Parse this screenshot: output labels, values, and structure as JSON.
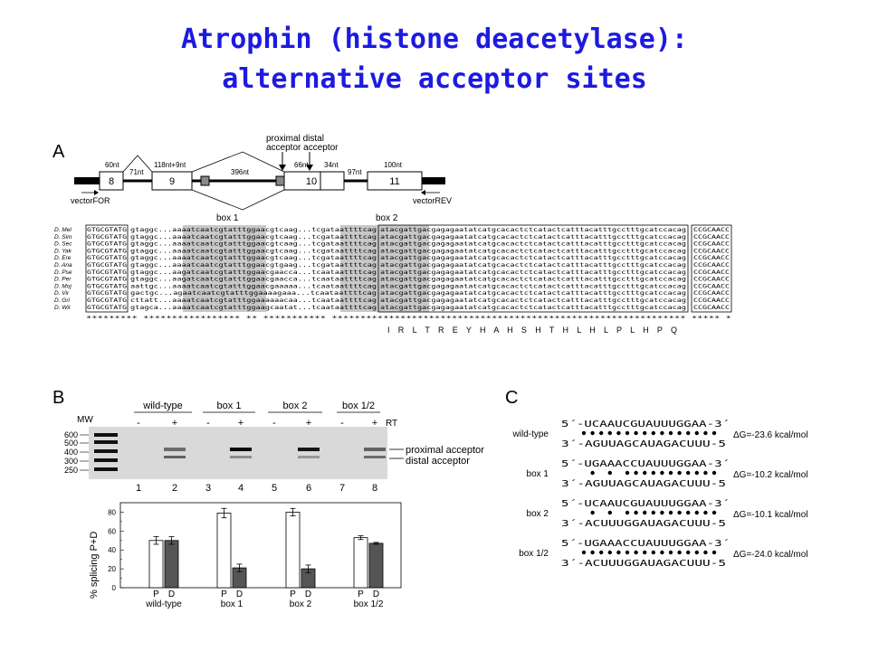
{
  "title": {
    "line1": "Atrophin (histone deacetylase):",
    "line2": "alternative acceptor sites"
  },
  "panel_a": {
    "label": "A",
    "acceptor_header_top": "proximal distal",
    "acceptor_header_bottom": "acceptor acceptor",
    "exons": [
      "8",
      "9",
      "10",
      "11"
    ],
    "lengths": [
      "60nt",
      "71nt",
      "118nt+9nt",
      "396nt",
      "66nt",
      "34nt",
      "97nt",
      "100nt"
    ],
    "primer_for": "vectorFOR",
    "primer_rev": "vectorREV",
    "box1_label": "box 1",
    "box2_label": "box 2",
    "species": [
      "D. Mel",
      "D. Sim",
      "D. Sec",
      "D. Yak",
      "D. Ere",
      "D. Ana",
      "D. Pse",
      "D. Per",
      "D. Moj",
      "D. Vir",
      "D. Gri",
      "D. Wil"
    ],
    "seq_exon_left": [
      "GTGCGTATG",
      "GTGCGTATG",
      "GTGCGTATG",
      "GTGCGTATG",
      "GTGCGTATG",
      "GTGCGTATG",
      "GTGCGTATG",
      "GTGCGTATG",
      "GTGCGTATG",
      "GTGCGTATG",
      "GTGCGTATG",
      "GTGCGTATG"
    ],
    "seq_intron": [
      "gtaggc...aaaatcaatcgtatttggaacgtcaag...tcgataattttcag",
      "gtaggc...aaaatcaatcgtatttggaacgtcaag...tcgataattttcag",
      "gtaggc...aaaatcaatcgtatttggaacgtcaag...tcgataattttcag",
      "gtaggc...aaaatcaatcgtatttggaacgtcaag...tcgataattttcag",
      "gtaggc...aaaatcaatcgtatttggaacgtcaag...tcgataattttcag",
      "gtaggc...aaaatcaatcgtatttggaacgtgaag...tcgataattttcag",
      "gtaggc...aagatcaatcgtatttggaacgaacca...tcaataattttcag",
      "gtaggc...aagatcaatcgtatttggaacgaacca...tcaataattttcag",
      "aattgc...aaaatcaatcgtatttggaacgaaaaa...tcaataattttcag",
      "gactgc...agaatcaatcgtatttggaaaagaaa...tcaataattttcag",
      "cttatt...aaaatcaatcgtatttggaaaaaacaa...tcaataattttcag",
      "gtagca...aaaatcaatcgtatttggaagcaatat...tcaataattttcag"
    ],
    "seq_exon_mid": [
      "atacgattgacgagagaatatcatgcacactctcatactcatttacatttgcctttgcatccacag",
      "atacgattgacgagagaatatcatgcacactctcatactcatttacatttgcctttgcatccacag",
      "atacgattgacgagagaatatcatgcacactctcatactcatttacatttgcctttgcatccacag",
      "atacgattgacgagagaatatcatgcacactctcatactcatttacatttgcctttgcatccacag",
      "atacgattgacgagagaatatcatgcacactctcatactcatttacatttgcctttgcatccacag",
      "atacgattgacgagagaatatcatgcacactctcatactcatttacatttgcctttgcatccacag",
      "atacgattgacgagagaatatcatgcacactctcatactcatttacatttgcctttgcatccacag",
      "atacgattgacgagagaatatcatgcacactctcatactcatttacatttgcctttgcatccacag",
      "atacgattgacgagagaatatcatgcacactctcatactcatttacatttgcctttgcatccacag",
      "atacgattgacgagagaatatcatgcacactctcatactcatttacatttgcctttgcatccacag",
      "atacgattgacgagagaatatcatgcacactctcatactcatttacatttgcctttgcatccacag",
      "atacgattgacgagagaatatcatgcacactctcatactcatttacatttgcctttgcatccacag"
    ],
    "seq_exon_right": [
      "CCGCAACC",
      "CCGCAACC",
      "CCGCAACC",
      "CCGCAACC",
      "CCGCAACC",
      "CCGCAACC",
      "CCGCAACC",
      "CCGCAACC",
      "CCGCAACC",
      "CCGCAACC",
      "CCGCAACC",
      "CCGCAACC"
    ],
    "conservation": "*********          *****************        ** ***********  **************************************************************  *****  *",
    "translation": "I R L T R E Y H A H S H T H L H L P L H P Q"
  },
  "panel_b": {
    "label": "B",
    "mw_label": "MW",
    "groups": [
      "wild-type",
      "box 1",
      "box 2",
      "box 1/2"
    ],
    "rt_signs": [
      "-",
      "+",
      "-",
      "+",
      "-",
      "+",
      "-",
      "+"
    ],
    "rt_label": "RT",
    "mw_markers": [
      "600",
      "500",
      "400",
      "300",
      "250"
    ],
    "lane_numbers": [
      "1",
      "2",
      "3",
      "4",
      "5",
      "6",
      "7",
      "8"
    ],
    "band_labels": [
      "proximal acceptor",
      "distal acceptor"
    ],
    "chart_ylabel": "% splicing P+D",
    "chart_ticks": [
      "80",
      "60",
      "40",
      "20",
      "0"
    ],
    "bar_letters": [
      "P",
      "D"
    ],
    "chart_xlabels": [
      "wild-type",
      "box 1",
      "box 2",
      "box 1/2"
    ]
  },
  "chart_data": {
    "type": "bar",
    "categories": [
      "wild-type",
      "box 1",
      "box 2",
      "box 1/2"
    ],
    "series": [
      {
        "name": "P",
        "values": [
          50,
          79,
          80,
          53
        ]
      },
      {
        "name": "D",
        "values": [
          50,
          21,
          20,
          47
        ]
      }
    ],
    "errors": [
      [
        4,
        5,
        4,
        2
      ],
      [
        4,
        4,
        4,
        1
      ]
    ],
    "ylim": [
      0,
      90
    ],
    "ylabel": "% splicing P+D",
    "colors": {
      "P": "#ffffff",
      "D": "#555555"
    }
  },
  "panel_c": {
    "label": "C",
    "rows": [
      {
        "name": "wild-type",
        "top": "5´-UCAAUCGUAUUUGGAA-3´",
        "bottom": "3´-AGUUAGCAUAGACUUU-5",
        "dg": "ΔG=-23.6 kcal/mol"
      },
      {
        "name": "box 1",
        "top": "5´-UGAAACCUAUUUGGAA-3´",
        "bottom": "3´-AGUUAGCAUAGACUUU-5",
        "dg": "ΔG=-10.2 kcal/mol"
      },
      {
        "name": "box 2",
        "top": "5´-UCAAUCGUAUUUGGAA-3´",
        "bottom": "3´-ACUUUGGAUAGACUUU-5",
        "dg": "ΔG=-10.1 kcal/mol"
      },
      {
        "name": "box 1/2",
        "top": "5´-UGAAACCUAUUUGGAA-3´",
        "bottom": "3´-ACUUUGGAUAGACUUU-5",
        "dg": "ΔG=-24.0 kcal/mol"
      }
    ]
  },
  "colors": {
    "title": "#1d1ae0",
    "box_shade": "#c8c8c8",
    "gel_bg": "#d9d9d9"
  }
}
